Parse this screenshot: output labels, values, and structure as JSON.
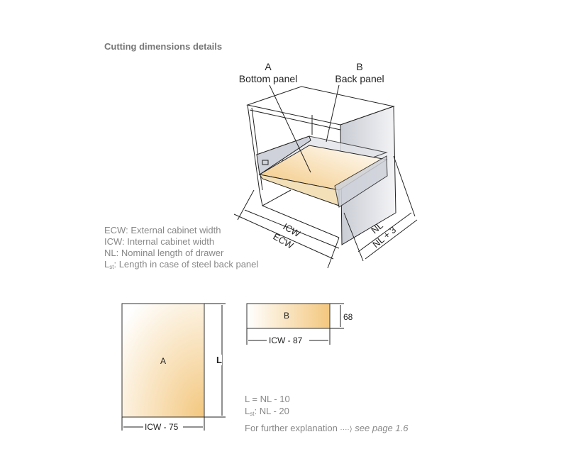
{
  "title": "Cutting dimensions details",
  "labels": {
    "a_letter": "A",
    "a_name": "Bottom panel",
    "b_letter": "B",
    "b_name": "Back panel"
  },
  "cabinet_dims": {
    "icw": "ICW",
    "ecw": "ECW",
    "nl": "NL",
    "nl3": "NL + 3"
  },
  "legend": [
    {
      "text": "ECW: External cabinet width"
    },
    {
      "text": "ICW: Internal cabinet width"
    },
    {
      "text": "NL: Nominal length of drawer"
    },
    {
      "prefix": "L",
      "sub": "st",
      "text": ": Length in case of steel back panel"
    }
  ],
  "panel_a": {
    "label": "A",
    "height_label": "L",
    "width_label": "ICW - 75"
  },
  "panel_b": {
    "label": "B",
    "height_label": "68",
    "width_label": "ICW - 87"
  },
  "formulas": {
    "l": "L = NL - 10",
    "lst_prefix": "L",
    "lst_sub": "st",
    "lst": ": NL - 20",
    "further": "For further explanation",
    "arrow": "····⟩",
    "link": "see page 1.6"
  },
  "colors": {
    "panel_fill": "#f7d9a2",
    "line": "#222222",
    "text": "#888888"
  }
}
